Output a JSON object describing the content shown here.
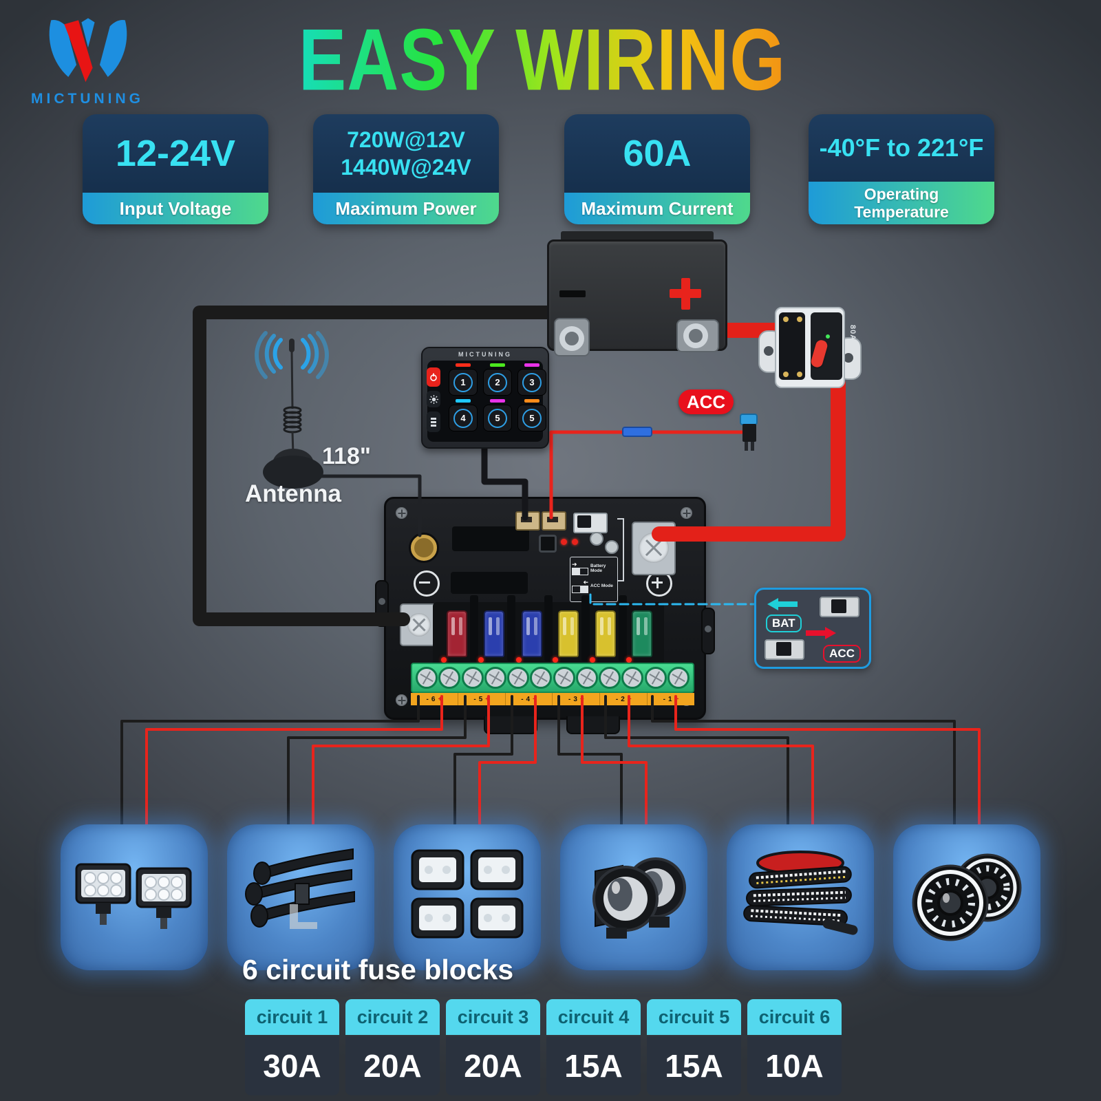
{
  "brand": {
    "name": "MICTUNING"
  },
  "header": {
    "title": "EASY WIRING"
  },
  "specs": [
    {
      "value": "12-24V",
      "label": "Input Voltage"
    },
    {
      "value1": "720W@12V",
      "value2": "1440W@24V",
      "label": "Maximum Power"
    },
    {
      "value": "60A",
      "label": "Maximum Current"
    },
    {
      "value": "-40°F to 221°F",
      "label": "Operating Temperature"
    }
  ],
  "diagram": {
    "breaker_rating": "80A",
    "acc_tag": "ACC",
    "antenna_length": "118\"",
    "antenna_label": "Antenna",
    "panel": {
      "brand": "MICTUNING",
      "buttons": [
        "1",
        "2",
        "3",
        "4",
        "5",
        "5"
      ]
    },
    "mode_note": {
      "battery": "Battery Mode",
      "acc": "ACC Mode"
    },
    "callout": {
      "bat": "BAT",
      "acc": "ACC"
    },
    "terminals": {
      "numbers": [
        "6",
        "5",
        "4",
        "3",
        "2",
        "1"
      ],
      "minus": "-",
      "plus": "+"
    }
  },
  "products": [
    {
      "name": "LED pod lights"
    },
    {
      "name": "Train air horns"
    },
    {
      "name": "Rock lights"
    },
    {
      "name": "Projector fog lights"
    },
    {
      "name": "Tailgate LED strip"
    },
    {
      "name": "Halo headlights"
    }
  ],
  "fuse_section": {
    "heading": "6 circuit fuse blocks",
    "columns": [
      {
        "circuit": "circuit 1",
        "amp": "30A"
      },
      {
        "circuit": "circuit 2",
        "amp": "20A"
      },
      {
        "circuit": "circuit 3",
        "amp": "20A"
      },
      {
        "circuit": "circuit 4",
        "amp": "15A"
      },
      {
        "circuit": "circuit 5",
        "amp": "15A"
      },
      {
        "circuit": "circuit 6",
        "amp": "10A"
      }
    ]
  },
  "colors": {
    "accent_cyan": "#38e1f2",
    "card_navy": "#17314e",
    "label_gradient_start": "#1e9bd8",
    "label_gradient_end": "#4fd98c",
    "wire_red": "#e8241c",
    "wire_black": "#1b1b1b",
    "callout_border": "#1e9be0",
    "table_header": "#54d8ee",
    "product_box_blue": "#4e8fd0",
    "panel_led_colors": [
      "#ff2d1a",
      "#4ce81e",
      "#e832e8",
      "#1fc8ff",
      "#e832e8",
      "#ff8c1a"
    ],
    "fuse_colors": [
      "#a32433",
      "#2b3fae",
      "#2b3fae",
      "#d8c12e",
      "#d8c12e",
      "#1d8a5e"
    ]
  }
}
